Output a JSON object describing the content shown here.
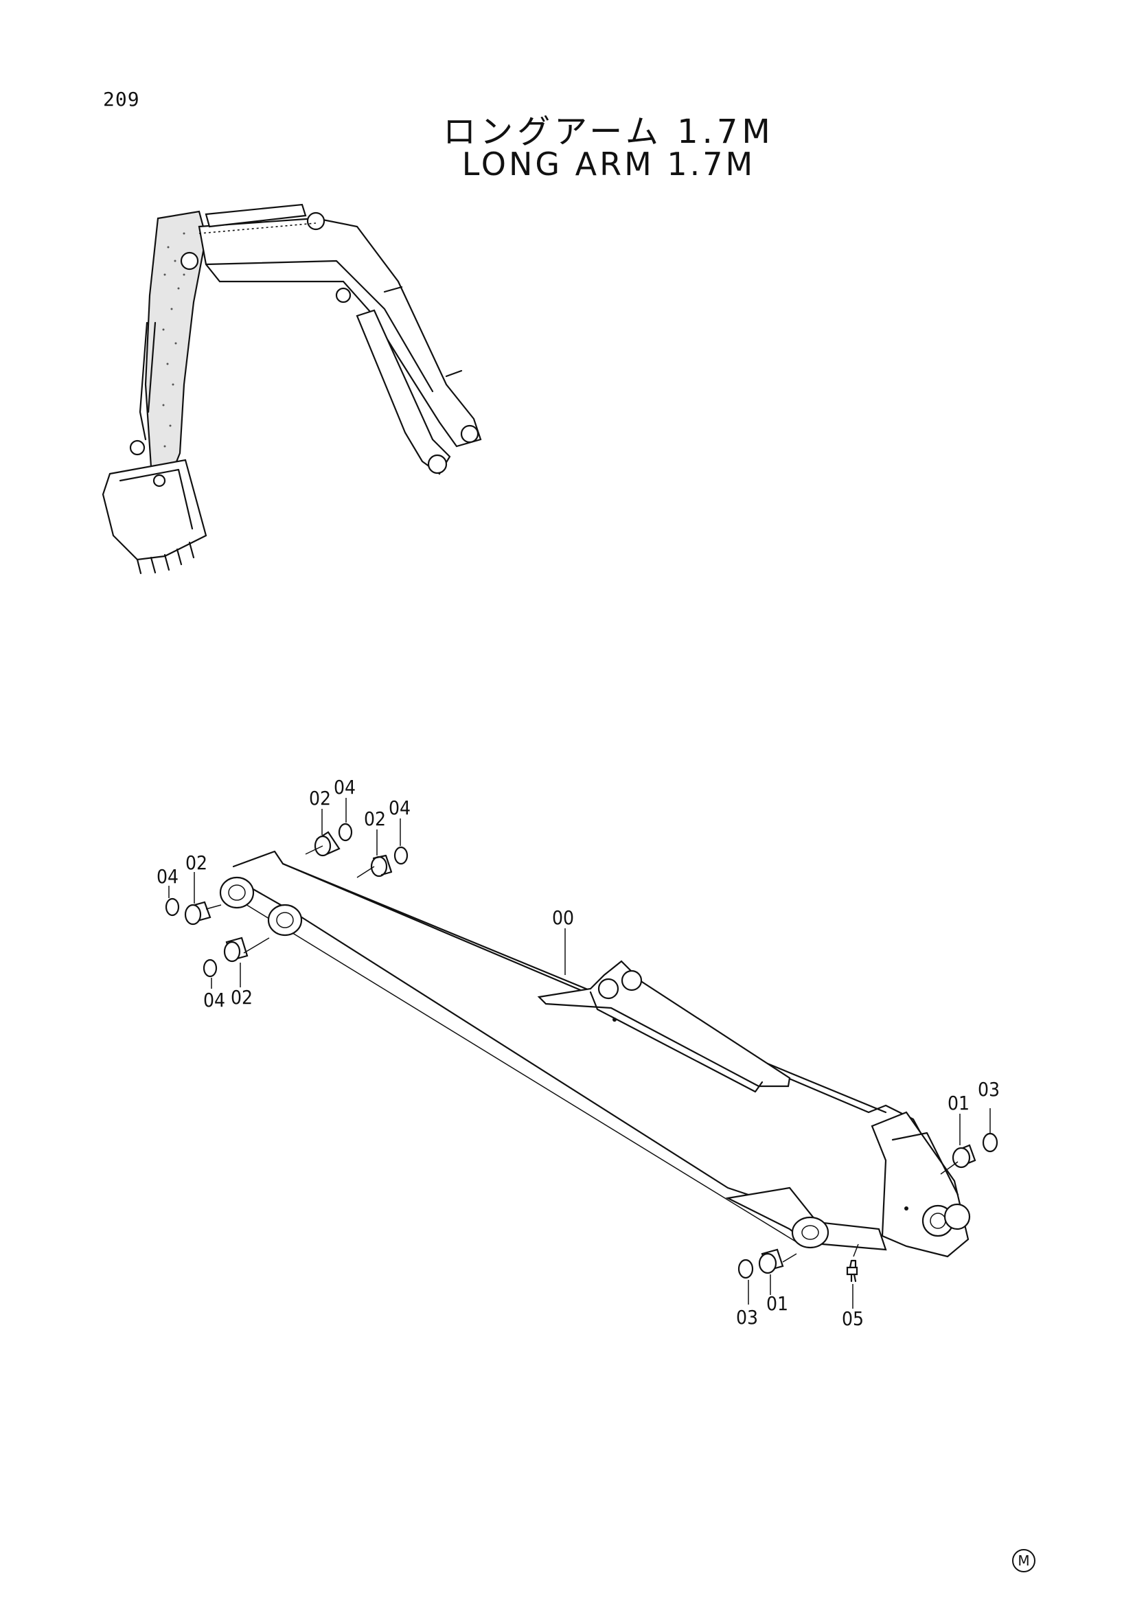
{
  "page_number": "209",
  "title_jp": "ロングアーム 1.7M",
  "title_en": "LONG ARM 1.7M",
  "callouts": {
    "c00": "00",
    "c01a": "01",
    "c01b": "01",
    "c02a": "02",
    "c02b": "02",
    "c02c": "02",
    "c02d": "02",
    "c03a": "03",
    "c03b": "03",
    "c04a": "04",
    "c04b": "04",
    "c04c": "04",
    "c04d": "04",
    "c05": "05"
  },
  "mark": "M"
}
